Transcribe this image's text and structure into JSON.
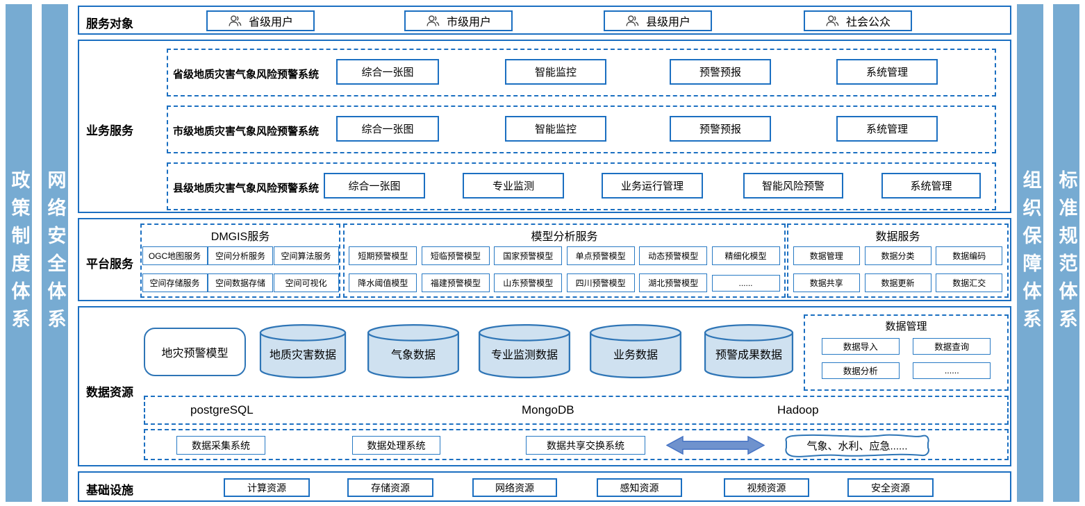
{
  "colors": {
    "border_blue": "#1b6fc1",
    "sidebar_fill": "#77abd2",
    "cylinder_fill": "#cfe1f0",
    "cylinder_stroke": "#2e75b6",
    "arrow_fill": "#6f92cd",
    "arrow_stroke": "#4472c4"
  },
  "sidebars": {
    "left": [
      "政策制度体系",
      "网络安全体系"
    ],
    "right": [
      "组织保障体系",
      "标准规范体系"
    ]
  },
  "service_targets": {
    "label": "服务对象",
    "users": [
      "省级用户",
      "市级用户",
      "县级用户",
      "社会公众"
    ]
  },
  "business_services": {
    "label": "业务服务",
    "systems": [
      {
        "name": "省级地质灾害气象风险预警系统",
        "modules": [
          "综合一张图",
          "智能监控",
          "预警预报",
          "系统管理"
        ]
      },
      {
        "name": "市级地质灾害气象风险预警系统",
        "modules": [
          "综合一张图",
          "智能监控",
          "预警预报",
          "系统管理"
        ]
      },
      {
        "name": "县级地质灾害气象风险预警系统",
        "modules": [
          "综合一张图",
          "专业监测",
          "业务运行管理",
          "智能风险预警",
          "系统管理"
        ]
      }
    ]
  },
  "platform_services": {
    "label": "平台服务",
    "groups": [
      {
        "name": "DMGIS服务",
        "row1": [
          "OGC地图服务",
          "空间分析服务",
          "空间算法服务"
        ],
        "row2": [
          "空间存储服务",
          "空间数据存储",
          "空间可视化"
        ]
      },
      {
        "name": "模型分析服务",
        "row1": [
          "短期预警模型",
          "短临预警模型",
          "国家预警模型",
          "单点预警模型",
          "动态预警模型",
          "精细化模型"
        ],
        "row2": [
          "降水阈值模型",
          "福建预警模型",
          "山东预警模型",
          "四川预警模型",
          "湖北预警模型",
          "......"
        ]
      },
      {
        "name": "数据服务",
        "row1": [
          "数据管理",
          "数据分类",
          "数据编码"
        ],
        "row2": [
          "数据共享",
          "数据更新",
          "数据汇交"
        ]
      }
    ]
  },
  "data_resources": {
    "label": "数据资源",
    "model_box": "地灾预警模型",
    "cylinders": [
      "地质灾害数据",
      "气象数据",
      "专业监测数据",
      "业务数据",
      "预警成果数据"
    ],
    "data_management": {
      "title": "数据管理",
      "items": [
        "数据导入",
        "数据查询",
        "数据分析",
        "......"
      ]
    },
    "databases": [
      "postgreSQL",
      "MongoDB",
      "Hadoop"
    ],
    "systems": [
      "数据采集系统",
      "数据处理系统",
      "数据共享交换系统"
    ],
    "external_partners": "气象、水利、应急......"
  },
  "infrastructure": {
    "label": "基础设施",
    "resources": [
      "计算资源",
      "存储资源",
      "网络资源",
      "感知资源",
      "视频资源",
      "安全资源"
    ]
  }
}
